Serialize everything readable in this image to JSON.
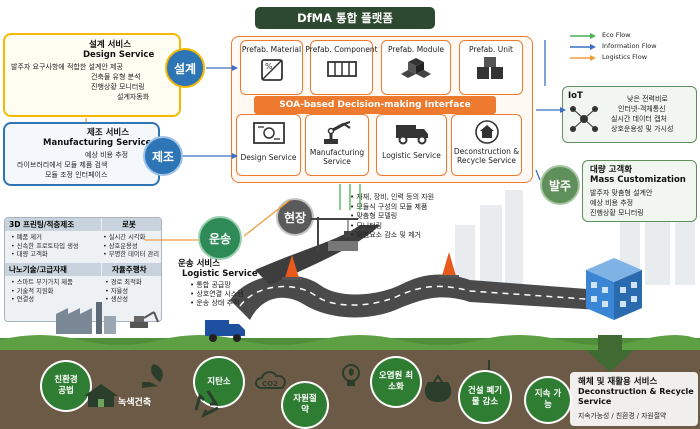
{
  "title": "DfMA 통합 플랫폼",
  "legend": {
    "eco": "Eco Flow",
    "information": "Information Flow",
    "logistics": "Logistics Flow"
  },
  "design_service": {
    "title_ko": "설계 서비스",
    "title_en": "Design Service",
    "lines": [
      "발주자 요구사항에 적합한 설계안 제공",
      "건축물 유형 분석",
      "진행상황 모니터링",
      "설계자동화"
    ],
    "badge": "설계"
  },
  "manufacturing_service": {
    "title_ko": "제조 서비스",
    "title_en": "Manufacturing Service",
    "lines": [
      "예상 비용 추정",
      "라이브러리에서 모듈 제품 검색",
      "모듈 조정 인터페이스"
    ],
    "badge": "제조"
  },
  "platform": {
    "top_cards": [
      "Prefab. Material",
      "Prefab. Component",
      "Prefab. Module",
      "Prefab. Unit"
    ],
    "interface_bar": "SOA-based Decision-making Interface",
    "bottom_cards": [
      "Design Service",
      "Manufacturing Service",
      "Logistic Service",
      "Deconstruction & Recycle Service"
    ]
  },
  "iot": {
    "title": "IoT",
    "lines": [
      "낮은 전력비로",
      "인터넷-객체통신",
      "실시간 데이터 캡처",
      "상호운용성 및 가시성"
    ]
  },
  "mass_customization": {
    "title_ko": "대량 고객화",
    "title_en": "Mass Customization",
    "lines": [
      "발주자 맞춤형 설계안",
      "예상 비용 추정",
      "진행상황 모니터링"
    ],
    "badge": "발주"
  },
  "tech_table": {
    "cells": [
      {
        "header": "3D 프린팅/적층제조",
        "items": [
          "폐품 제거",
          "신속한 프로토타입 생성",
          "대량 고객화"
        ]
      },
      {
        "header": "로봇",
        "items": [
          "실시간 시각화",
          "상호운용성",
          "무명한 데이터 관리"
        ]
      },
      {
        "header": "나노기술/고급자재",
        "items": [
          "스마트 부가가치 제품",
          "기술적 지원화",
          "연결성"
        ]
      },
      {
        "header": "자율주행차",
        "items": [
          "경로 최적화",
          "자율성",
          "생산성"
        ]
      }
    ]
  },
  "logistics": {
    "badge": "운송",
    "title_ko": "운송 서비스",
    "title_en": "Logistic Service",
    "lines": [
      "통합 공급망",
      "상호연결 시스템",
      "운송 상태 추적"
    ]
  },
  "site": {
    "badge": "현장",
    "lines": [
      "자재, 장비, 인력 등의 자원",
      "모듈식 구성의 모듈 제품",
      "맞춤형 모델링",
      "모니터링",
      "위험요소 감소 및 제거"
    ]
  },
  "eco": [
    {
      "label": "친환경 공법"
    },
    {
      "label": "녹색건축"
    },
    {
      "label": "지탄소"
    },
    {
      "label": "자원절약"
    },
    {
      "label": "오염원 최소화"
    },
    {
      "label": "건설 폐기물 감소"
    },
    {
      "label": "지속 가능"
    }
  ],
  "deconstruction": {
    "title_ko": "해체 및 재활용 서비스",
    "title_en": "Deconstruction & Recycle Service",
    "sub": "지속가능성 / 친환경 / 자원절약"
  },
  "icon_text": {
    "co2": "CO2"
  },
  "colors": {
    "title_bg": "#2d4a30",
    "design": "#f5b800",
    "manufacturing": "#2e75b6",
    "platform": "#ee7a30",
    "iot_mass": "#5f8f5b",
    "logistics": "#2e8b57",
    "eco": "#2e7d32"
  }
}
